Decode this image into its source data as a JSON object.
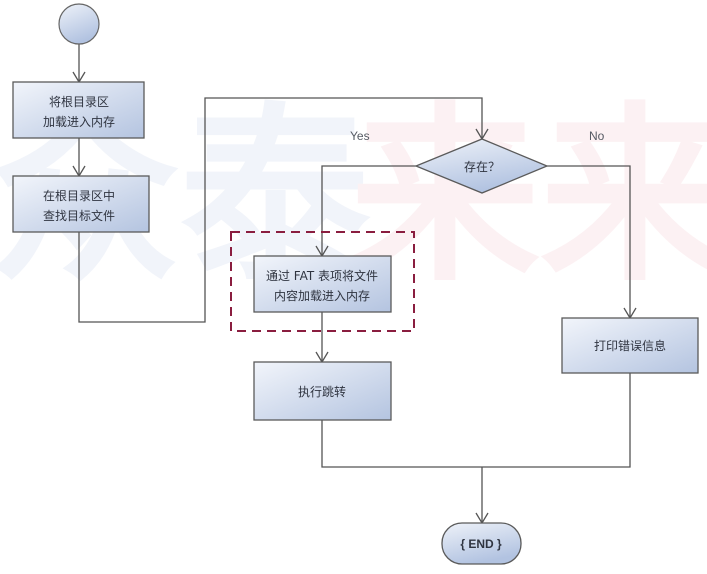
{
  "diagram": {
    "type": "flowchart",
    "watermark": {
      "text": "众泰来来",
      "color_left": "#e7ecf6",
      "color_right": "#fbe7ea"
    },
    "colors": {
      "node_fill_light": "#eef2f9",
      "node_fill_dark": "#b7c7e2",
      "node_stroke": "#5a5a5a",
      "edge": "#555555",
      "highlight_dash": "#8a1d3f"
    },
    "nodes": {
      "start": {
        "shape": "circle",
        "label": ""
      },
      "load_root": {
        "shape": "process",
        "lines": [
          "将根目录区",
          "加载进入内存"
        ]
      },
      "find_file": {
        "shape": "process",
        "lines": [
          "在根目录区中",
          "查找目标文件"
        ]
      },
      "exists": {
        "shape": "decision",
        "label": "存在？"
      },
      "load_fat": {
        "shape": "process",
        "lines": [
          "通过 FAT 表项将文件",
          "内容加载进入内存"
        ],
        "highlighted": true
      },
      "jump": {
        "shape": "process",
        "lines": [
          "执行跳转"
        ]
      },
      "print_error": {
        "shape": "process",
        "lines": [
          "打印错误信息"
        ]
      },
      "end": {
        "shape": "terminator",
        "label": "{ END }"
      }
    },
    "edge_labels": {
      "yes": "Yes",
      "no": "No"
    },
    "edges": [
      {
        "from": "start",
        "to": "load_root"
      },
      {
        "from": "load_root",
        "to": "find_file"
      },
      {
        "from": "find_file",
        "to": "exists"
      },
      {
        "from": "exists",
        "to": "load_fat",
        "label": "Yes"
      },
      {
        "from": "exists",
        "to": "print_error",
        "label": "No"
      },
      {
        "from": "load_fat",
        "to": "jump"
      },
      {
        "from": "jump",
        "to": "end"
      },
      {
        "from": "print_error",
        "to": "end"
      }
    ]
  }
}
